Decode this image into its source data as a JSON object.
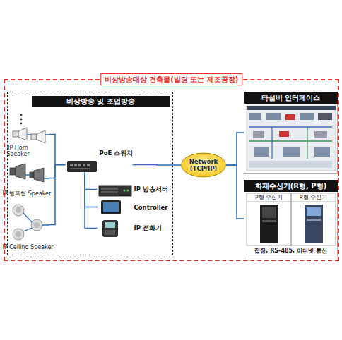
{
  "diagram": {
    "nodes": [
      {
        "text": [
          "비상방송대상 건축물(빌딩 또는 제조공장)"
        ]
      },
      {
        "text": [
          "비상방송 및 조업방송"
        ],
        "in": 0
      },
      {
        "text": [
          "IP Horn Speaker"
        ],
        "in": 1
      },
      {
        "text": [
          "IP 방폭형 Speaker"
        ],
        "in": 1
      },
      {
        "text": [
          "IP Ceiling Speaker"
        ],
        "in": 1
      },
      {
        "text": [
          "PoE 스위치"
        ],
        "in": 1
      },
      {
        "text": [
          "IP 방송서버"
        ],
        "in": 1
      },
      {
        "text": [
          "Controller"
        ],
        "in": 1
      },
      {
        "text": [
          "IP 전화기"
        ],
        "in": 1
      },
      {
        "text": [
          "Network (TCP/IP)"
        ],
        "in": 0
      },
      {
        "text": [
          "타설비 인터페이스"
        ],
        "in": 0
      },
      {
        "text": [
          "화재수신기(R형, P형)",
          "접점, RS-485, 이더넷 통신"
        ],
        "in": 0
      }
    ],
    "edges": [
      {
        "from": 2,
        "to": 5,
        "arrow": "none"
      },
      {
        "from": 3,
        "to": 5,
        "arrow": "none"
      },
      {
        "from": 4,
        "to": 5,
        "arrow": "none"
      },
      {
        "from": 5,
        "to": 6,
        "arrow": "none"
      },
      {
        "from": 5,
        "to": 7,
        "arrow": "none"
      },
      {
        "from": 5,
        "to": 8,
        "arrow": "none"
      },
      {
        "from": 5,
        "to": 9,
        "arrow": "none"
      },
      {
        "from": 9,
        "to": 10,
        "arrow": "none"
      },
      {
        "from": 9,
        "to": 11,
        "arrow": "none"
      }
    ],
    "labels": [
      "P형 수신기",
      "R형 수신기"
    ]
  }
}
